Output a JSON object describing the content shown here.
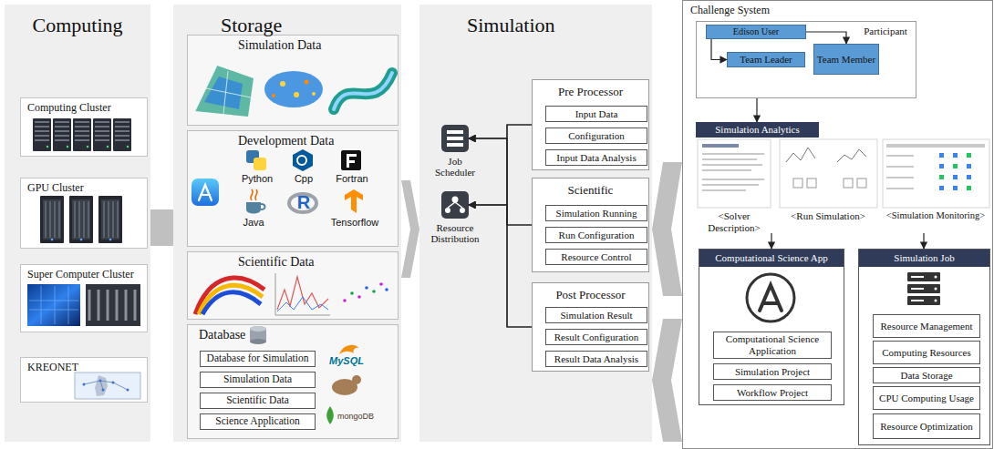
{
  "diagram": {
    "nodes": [
      {
        "text": [
          "Computing"
        ]
      },
      {
        "text": [
          "Computing Cluster"
        ],
        "in": 0
      },
      {
        "text": [
          "GPU Cluster"
        ],
        "in": 0
      },
      {
        "text": [
          "Super Computer Cluster"
        ],
        "in": 0
      },
      {
        "text": [
          "KREONET"
        ],
        "in": 0
      },
      {
        "text": [
          "Storage"
        ]
      },
      {
        "text": [
          "Simulation Data"
        ],
        "in": 5
      },
      {
        "text": [
          "Development Data",
          "Python",
          "Cpp",
          "Fortran",
          "Java",
          "R",
          "Tensorflow"
        ],
        "in": 5
      },
      {
        "text": [
          "Scientific Data"
        ],
        "in": 5
      },
      {
        "text": [
          "Database"
        ],
        "in": 5
      },
      {
        "text": [
          "Database for Simulation"
        ],
        "in": 9
      },
      {
        "text": [
          "Simulation Data"
        ],
        "in": 9
      },
      {
        "text": [
          "Scientific Data"
        ],
        "in": 9
      },
      {
        "text": [
          "Science Application"
        ],
        "in": 9
      },
      {
        "text": [
          "Simulation"
        ]
      },
      {
        "text": [
          "Job Scheduler"
        ],
        "in": 14
      },
      {
        "text": [
          "Resource Distribution"
        ],
        "in": 14
      },
      {
        "text": [
          "Pre Processor"
        ],
        "in": 14
      },
      {
        "text": [
          "Input Data"
        ],
        "in": 17
      },
      {
        "text": [
          "Configuration"
        ],
        "in": 17
      },
      {
        "text": [
          "Input Data Analysis"
        ],
        "in": 17
      },
      {
        "text": [
          "Scientific"
        ],
        "in": 14
      },
      {
        "text": [
          "Simulation Running"
        ],
        "in": 21
      },
      {
        "text": [
          "Run Configuration"
        ],
        "in": 21
      },
      {
        "text": [
          "Resource Control"
        ],
        "in": 21
      },
      {
        "text": [
          "Post Processor"
        ],
        "in": 14
      },
      {
        "text": [
          "Simulation Result"
        ],
        "in": 25
      },
      {
        "text": [
          "Result Configuration"
        ],
        "in": 25
      },
      {
        "text": [
          "Result Data Analysis"
        ],
        "in": 25
      },
      {
        "text": [
          "Challenge System"
        ]
      },
      {
        "text": [
          "Participant"
        ],
        "in": 29
      },
      {
        "text": [
          "Edison User"
        ],
        "in": 30
      },
      {
        "text": [
          "Team Leader"
        ],
        "in": 30
      },
      {
        "text": [
          "Team Member"
        ],
        "in": 30
      },
      {
        "text": [
          "Simulation Analytics"
        ],
        "in": 29
      },
      {
        "text": [
          "Computational Science App"
        ],
        "in": 29
      },
      {
        "text": [
          "Computational Science Application"
        ],
        "in": 35
      },
      {
        "text": [
          "Simulation Project"
        ],
        "in": 35
      },
      {
        "text": [
          "Workflow Project"
        ],
        "in": 35
      },
      {
        "text": [
          "Simulation Job"
        ],
        "in": 29
      },
      {
        "text": [
          "Resource Management"
        ],
        "in": 39
      },
      {
        "text": [
          "Computing Resources"
        ],
        "in": 39
      },
      {
        "text": [
          "Data Storage"
        ],
        "in": 39
      },
      {
        "text": [
          "CPU Computing Usage"
        ],
        "in": 39
      },
      {
        "text": [
          "Resource Optimization"
        ],
        "in": 39
      }
    ],
    "edges": [
      {
        "from": 0,
        "to": 5,
        "arrow": "none"
      },
      {
        "from": 5,
        "to": 14,
        "arrow": "to"
      },
      {
        "from": 29,
        "to": 14,
        "arrow": "to"
      },
      {
        "from": 29,
        "to": 14,
        "arrow": "to"
      },
      {
        "from": 17,
        "to": 15,
        "arrow": "to"
      },
      {
        "from": 17,
        "to": 16,
        "arrow": "to"
      },
      {
        "from": 21,
        "to": 15,
        "arrow": "to"
      },
      {
        "from": 21,
        "to": 16,
        "arrow": "to"
      },
      {
        "from": 25,
        "to": 15,
        "arrow": "to"
      },
      {
        "from": 25,
        "to": 16,
        "arrow": "to"
      },
      {
        "from": 31,
        "to": 32,
        "arrow": "to"
      },
      {
        "from": 31,
        "to": 33,
        "arrow": "to"
      },
      {
        "from": 30,
        "to": 34,
        "arrow": "to"
      },
      {
        "from": 34,
        "to": 35,
        "arrow": "to"
      },
      {
        "from": 34,
        "to": 39,
        "arrow": "to"
      }
    ],
    "labels": [
      "MySQL",
      "mongoDB",
      "<Solver Description>",
      "<Run Simulation>",
      "<Simulation Monitoring>"
    ]
  }
}
